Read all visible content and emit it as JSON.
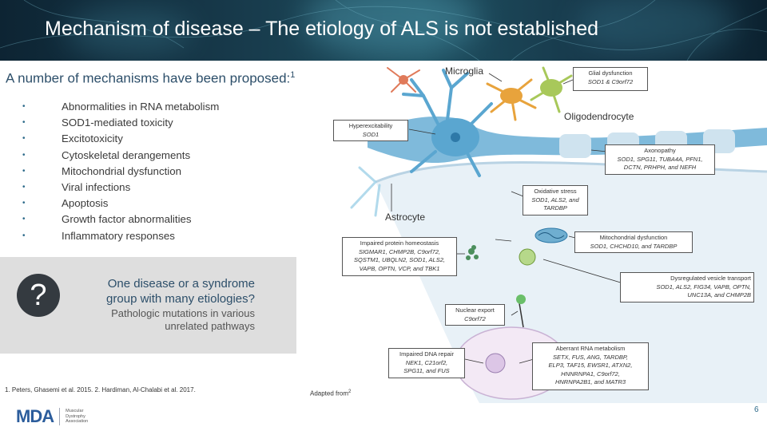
{
  "slide": {
    "title": "Mechanism of disease – The etiology of ALS is not established",
    "subtitle": "A number of mechanisms have been proposed:",
    "subtitle_sup": "1",
    "page_number": "6"
  },
  "mechanisms": [
    "Abnormalities in RNA metabolism",
    "SOD1-mediated toxicity",
    "Excitotoxicity",
    "Cytoskeletal derangements",
    "Mitochondrial dysfunction",
    "Viral infections",
    "Apoptosis",
    "Growth factor abnormalities",
    "Inflammatory responses"
  ],
  "question_box": {
    "icon": "question-mark-icon",
    "icon_glyph": "?",
    "heading_line1": "One disease or a syndrome",
    "heading_line2": "group with many etiologies?",
    "sub_line1": "Pathologic mutations in various",
    "sub_line2": "unrelated pathways"
  },
  "references": "1. Peters, Ghasemi et al. 2015. 2. Hardiman, Al-Chalabi et al. 2017.",
  "adapted": "Adapted from",
  "adapted_sup": "2",
  "logo": {
    "text": "MDA",
    "assoc_line1": "Muscular",
    "assoc_line2": "Dystrophy",
    "assoc_line3": "Association"
  },
  "diagram": {
    "cells": {
      "microglia": "Microglia",
      "oligodendrocyte": "Oligodendrocyte",
      "astrocyte": "Astrocyte"
    },
    "glial": {
      "title": "Glial dysfunction",
      "genes": "SOD1 & C9orf72"
    },
    "hyper": {
      "title": "Hyperexcitability",
      "genes": "SOD1"
    },
    "axono": {
      "title": "Axonopathy",
      "genes1": "SOD1, SPG11, TUBA4A, PFN1,",
      "genes2": "DCTN, PRHPH, and NEFH"
    },
    "oxid": {
      "title": "Oxidative stress",
      "genes1": "SOD1, ALS2, and",
      "genes2": "TARDBP"
    },
    "mito": {
      "title": "Mitochondrial dysfunction",
      "genes": "SOD1, CHCHD10, and TARDBP"
    },
    "protein": {
      "title": "Impaired protein homeostasis",
      "genes1": "SIGMAR1, CHMP2B, C9orf72,",
      "genes2": "SQSTM1, UBQLN2, SOD1, ALS2,",
      "genes3": "VAPB, OPTN, VCP, and TBK1"
    },
    "vesicle": {
      "title": "Dysregulated vesicle transport",
      "genes1": "SOD1, ALS2, FIG34, VAPB, OPTN,",
      "genes2": "UNC13A, and CHMP2B"
    },
    "nuclear": {
      "title": "Nuclear export",
      "genes": "C9orf72"
    },
    "dna": {
      "title": "Impaired DNA repair",
      "genes1": "NEK1, C21orf2,",
      "genes2": "SPG11, and FUS"
    },
    "rna": {
      "title": "Aberrant RNA metabolism",
      "genes1": "SETX, FUS, ANG, TARDBP,",
      "genes2": "ELP3, TAF15, EWSR1, ATXN2,",
      "genes3": "HNNRNPA1, C9orf72,",
      "genes4": "HNRNPA2B1, and MATR3"
    }
  },
  "colors": {
    "header_bg": "#163547",
    "title_text": "#ffffff",
    "accent_blue": "#2d4f6a",
    "neuron_blue": "#5aa6d0",
    "microglia_orange": "#e8a33c",
    "oligodendrocyte_green": "#a8c85a",
    "question_box_bg": "#dedede"
  }
}
